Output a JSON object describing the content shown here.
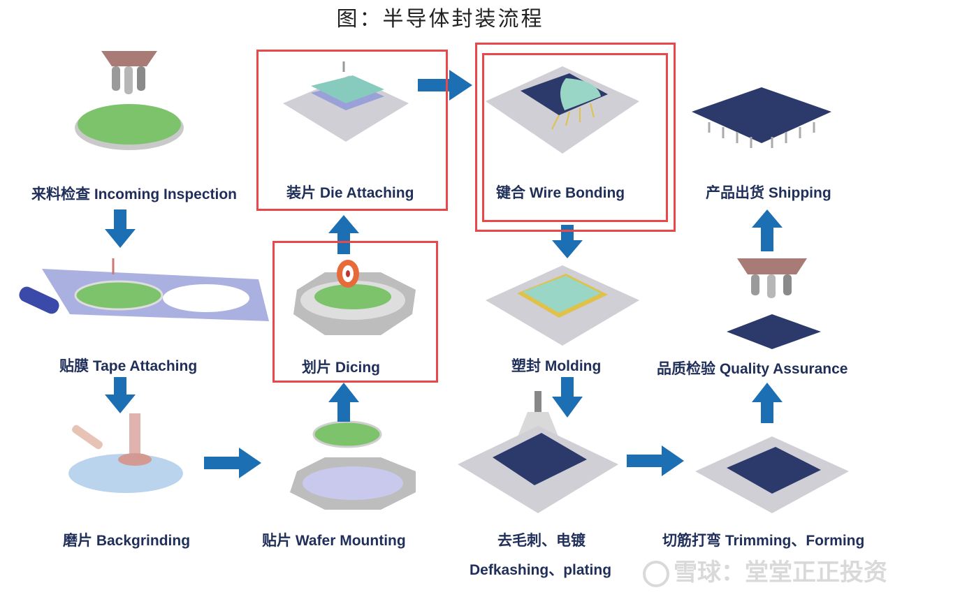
{
  "title": "图：半导体封装流程",
  "steps": {
    "incoming": "来料检查 Incoming Inspection",
    "tape": "贴膜 Tape Attaching",
    "backgrinding": "磨片 Backgrinding",
    "mounting": "贴片 Wafer Mounting",
    "dicing": "划片 Dicing",
    "die_attach": "装片 Die Attaching",
    "wire_bonding": "键合 Wire Bonding",
    "molding": "塑封 Molding",
    "deflash_cn": "去毛刺、电镀",
    "deflash_en": "Defkashing、plating",
    "trimming": "切筋打弯 Trimming、Forming",
    "qa": "品质检验 Quality Assurance",
    "shipping": "产品出货 Shipping"
  },
  "watermark": "雪球：堂堂正正投资",
  "colors": {
    "arrow": "#1d6fb4",
    "highlight": "#e8484a",
    "label": "#1f2f5a",
    "chip": "#2b3a6b",
    "wafer": "#7cc36b"
  }
}
